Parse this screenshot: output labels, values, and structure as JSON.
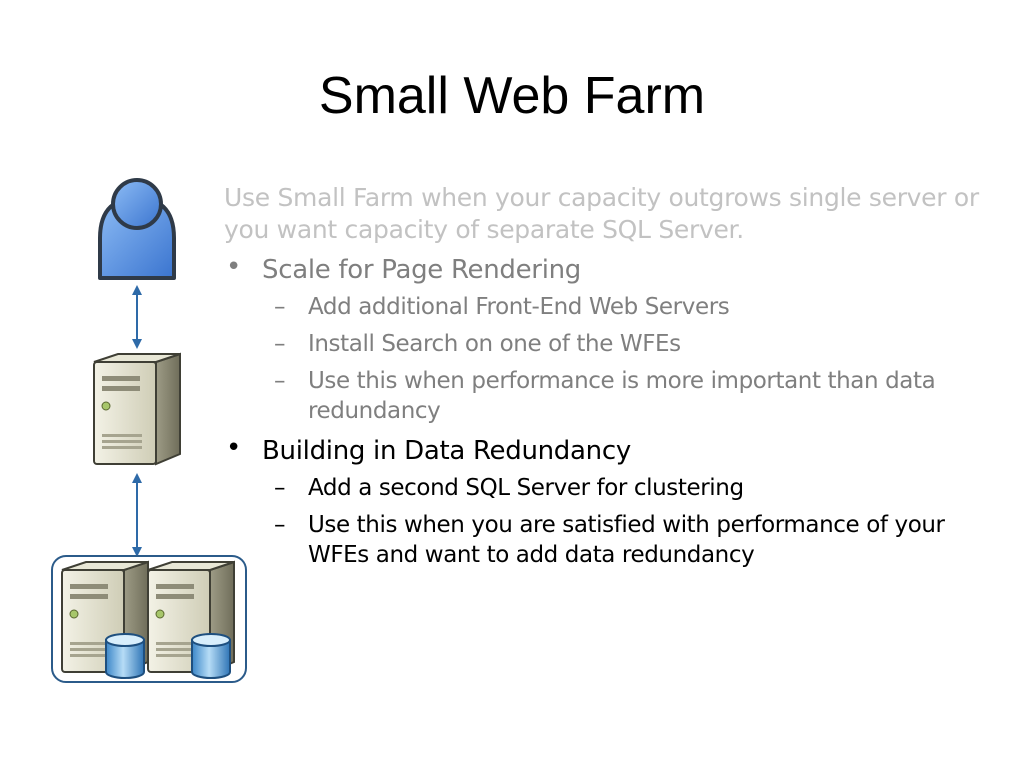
{
  "slide": {
    "title": "Small Web Farm",
    "intro": "Use Small Farm when your capacity outgrows single server or you want capacity of separate SQL Server.",
    "bullet_symbol": "•",
    "dash_symbol": "–",
    "sections": [
      {
        "heading": "Scale for Page Rendering",
        "items": [
          "Add additional Front-End Web Servers",
          "Install Search on one of the WFEs",
          "Use this when performance is more important than data redundancy"
        ]
      },
      {
        "heading": "Building in Data Redundancy",
        "items": [
          "Add a second SQL Server for clustering",
          "Use this when you are satisfied with performance of your WFEs and want to add data redundancy"
        ]
      }
    ]
  },
  "colors": {
    "intro_text": "#c2c2c2",
    "dimmed_text": "#7f7f7f",
    "active_text": "#000000",
    "user_blue": "#4f8fe6",
    "arrow_blue": "#2e6aa8",
    "cluster_border": "#2b5b8a"
  },
  "icons": {
    "user": "user-icon",
    "web_server": "web-server-icon",
    "db_server": "database-server-icon",
    "database": "database-cylinder-icon"
  }
}
